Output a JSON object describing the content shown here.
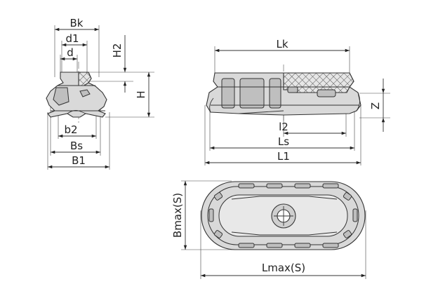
{
  "labels": {
    "bk": "Bk",
    "d1": "d1",
    "d": "d",
    "h2": "H2",
    "h": "H",
    "b2": "b2",
    "bs": "Bs",
    "b1": "B1",
    "lk": "Lk",
    "z": "Z",
    "l2": "l2",
    "ls": "Ls",
    "l1": "L1",
    "bmax": "Bmax(S)",
    "lmax": "Lmax(S)"
  }
}
